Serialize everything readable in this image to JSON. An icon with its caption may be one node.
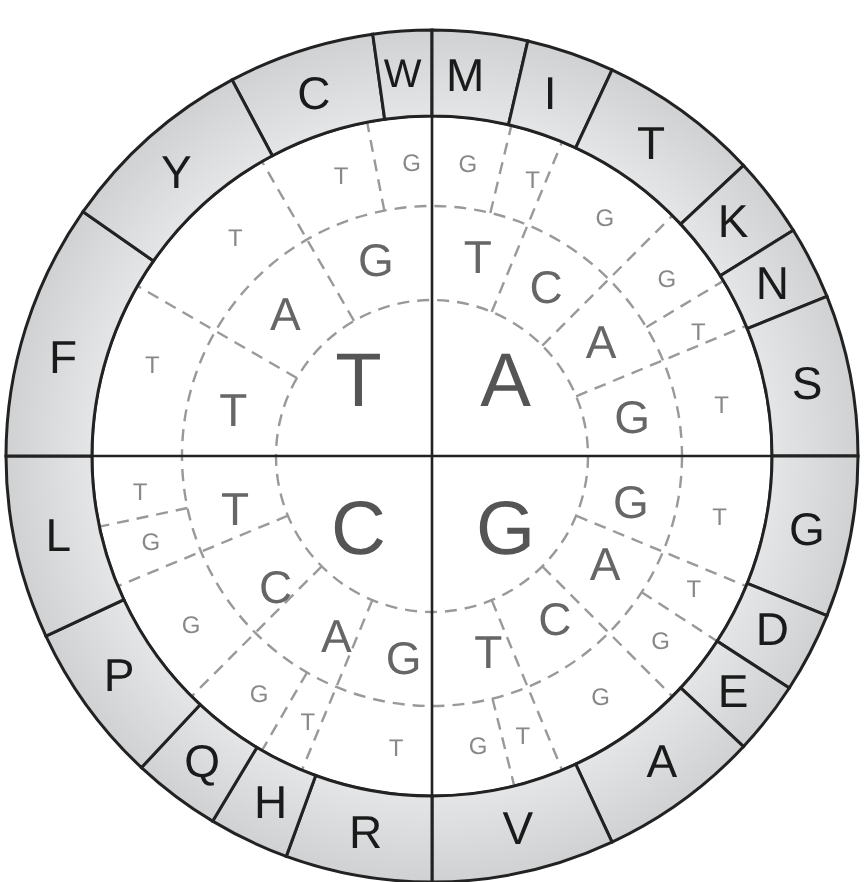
{
  "diagram": {
    "nodes": [
      {
        "text": [
          "C"
        ]
      },
      {
        "text": [
          "W"
        ]
      },
      {
        "text": [
          "M"
        ]
      },
      {
        "text": [
          "I"
        ]
      },
      {
        "text": [
          "T"
        ]
      },
      {
        "text": [
          "K"
        ]
      },
      {
        "text": [
          "N"
        ]
      },
      {
        "text": [
          "S"
        ]
      },
      {
        "text": [
          "G"
        ]
      },
      {
        "text": [
          "D"
        ]
      },
      {
        "text": [
          "E"
        ]
      },
      {
        "text": [
          "A"
        ]
      },
      {
        "text": [
          "V"
        ]
      },
      {
        "text": [
          "R"
        ]
      },
      {
        "text": [
          "H"
        ]
      },
      {
        "text": [
          "Q"
        ]
      },
      {
        "text": [
          "P"
        ]
      },
      {
        "text": [
          "L"
        ]
      },
      {
        "text": [
          "F"
        ]
      },
      {
        "text": [
          "Y"
        ]
      }
    ],
    "labels": [
      "T",
      "A",
      "C",
      "G",
      "T",
      "A",
      "G",
      "T",
      "C",
      "A",
      "G",
      "G",
      "A",
      "C",
      "T",
      "G",
      "A",
      "C",
      "T",
      "T",
      "T",
      "T",
      "G",
      "G",
      "T",
      "G",
      "G",
      "T",
      "T",
      "T",
      "T",
      "G",
      "G",
      "T",
      "G",
      "T",
      "T",
      "G",
      "G",
      "G",
      "T"
    ]
  }
}
